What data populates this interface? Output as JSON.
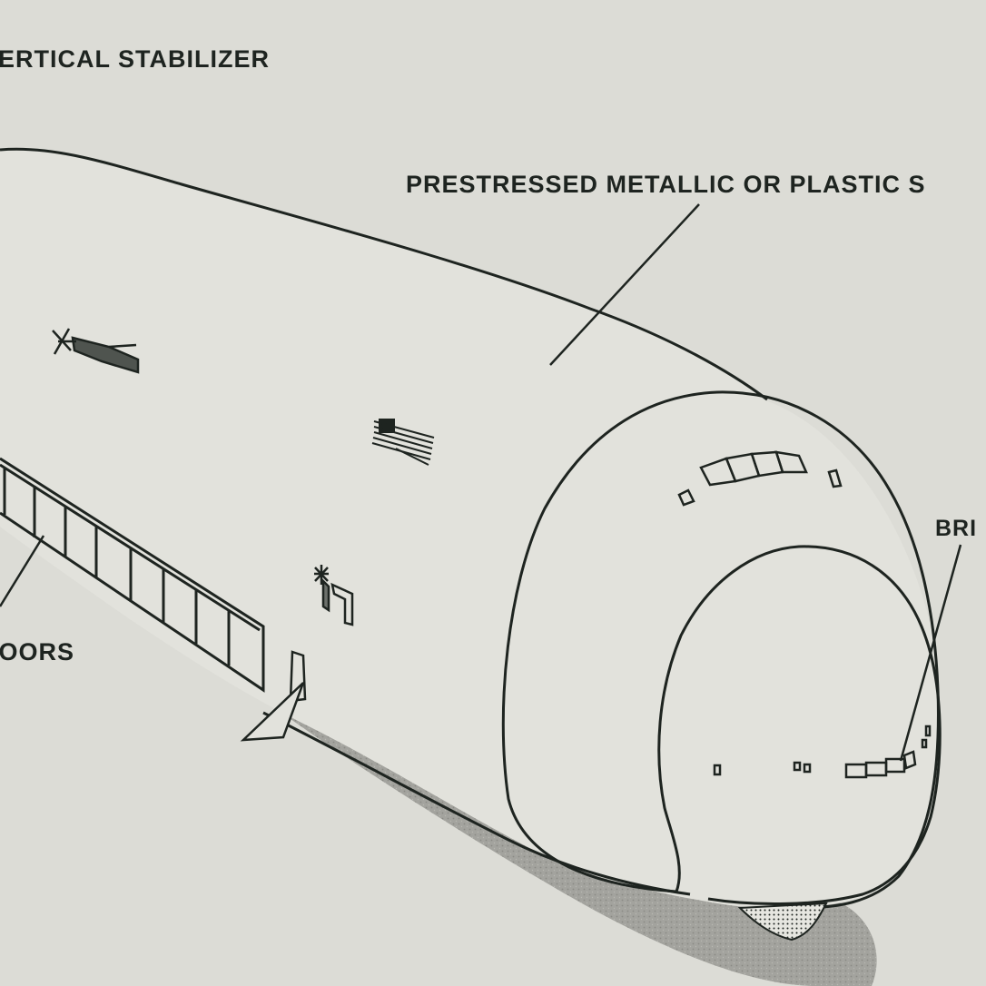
{
  "figure": {
    "labels": {
      "vertical_stabilizer": "ERTICAL STABILIZER",
      "skin": "PRESTRESSED METALLIC OR PLASTIC S",
      "bridge": "BRI",
      "doors": "DOORS"
    },
    "colors": {
      "paper": "#dcdcd6",
      "ink": "#1e2420",
      "shadow": "#9d9d98",
      "hull": "#e2e2dc"
    },
    "icons": [
      "aircraft-icon",
      "us-flag-icon",
      "windmill-icon"
    ]
  }
}
